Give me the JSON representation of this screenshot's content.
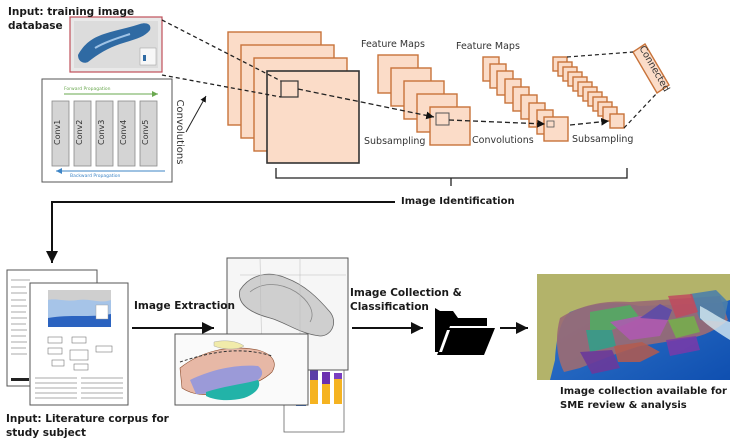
{
  "top_section": {
    "training_input_label": "Input: training image database",
    "training_input_line1": "Input: training image",
    "training_input_line2": "database",
    "cnn_box": {
      "forward_label": "Forward Propagation",
      "backward_label": "Backward Propagation",
      "layers": [
        "Conv1",
        "Conv2",
        "Conv3",
        "Conv4",
        "Conv5"
      ],
      "forward_color": "#6aa84f",
      "backward_color": "#3d85c6"
    },
    "convolutions_vertical_label": "Convolutions",
    "feature_maps_label_1": "Feature Maps",
    "feature_maps_label_2": "Feature Maps",
    "subsampling_label_1": "Subsampling",
    "convolutions_label": "Convolutions",
    "subsampling_label_2": "Subsampling",
    "connected_label": "Connected",
    "image_identification_label": "Image Identification",
    "feature_map_fill": "#fbdcc8",
    "feature_map_stroke": "#c8733a"
  },
  "bottom_section": {
    "literature_label_line1": "Input: Literature corpus for",
    "literature_label_line2": "study subject",
    "image_extraction_label": "Image Extraction",
    "collection_label_line1": "Image Collection &",
    "collection_label_line2": "Classification",
    "folder_icon": "folder-open-icon",
    "output_label_line1": "Image collection available for",
    "output_label_line2": "SME review & analysis"
  }
}
